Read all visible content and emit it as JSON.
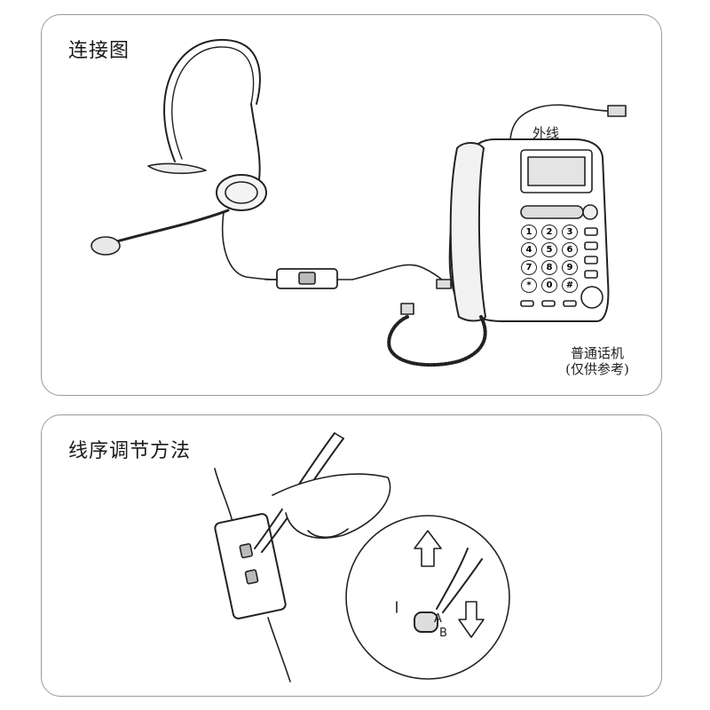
{
  "connection": {
    "title": "连接图",
    "external_line_label": "外线",
    "phone_label": "普通话机",
    "phone_note": "(仅供参考)",
    "keypad_keys": [
      "1",
      "2",
      "3",
      "4",
      "5",
      "6",
      "7",
      "8",
      "9",
      "*",
      "0",
      "#"
    ]
  },
  "adjust": {
    "title": "线序调节方法",
    "switch_a": "A",
    "switch_b": "B"
  }
}
